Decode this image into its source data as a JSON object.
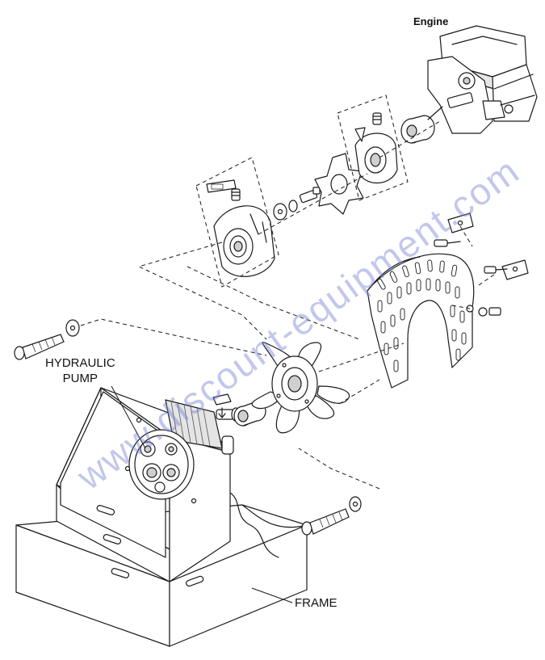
{
  "labels": {
    "engine": "Engine",
    "hydraulic_pump_line1": "HYDRAULIC",
    "hydraulic_pump_line2": "PUMP",
    "frame": "FRAME"
  },
  "watermark": "www.discount-equipment.com",
  "colors": {
    "line": "#1a1a1a",
    "fill": "#ffffff",
    "shade": "#cfcfcf",
    "watermark": "#7882d2"
  }
}
